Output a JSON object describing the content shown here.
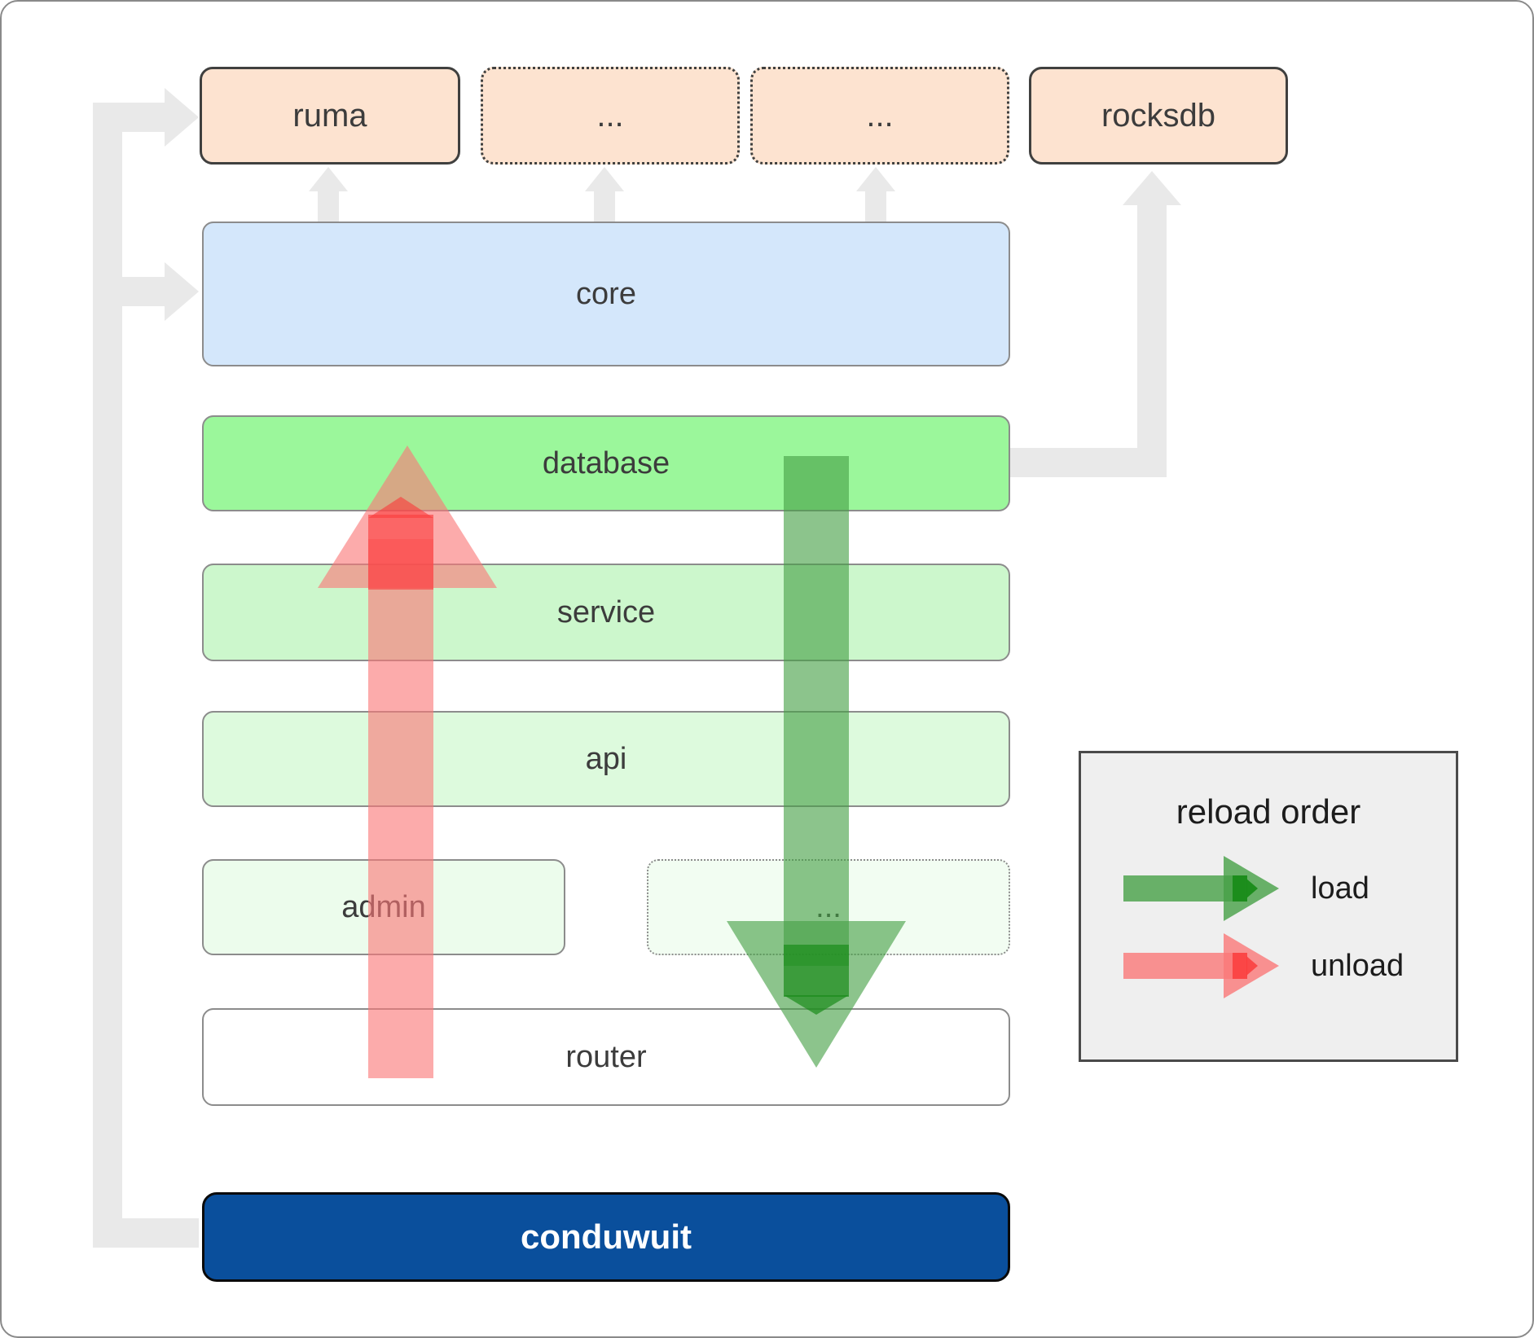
{
  "diagram": {
    "title": "conduwuit crate dependency / reload order diagram",
    "top_row": [
      {
        "label": "ruma",
        "style": "solid"
      },
      {
        "label": "...",
        "style": "dotted"
      },
      {
        "label": "...",
        "style": "dotted"
      },
      {
        "label": "rocksdb",
        "style": "solid"
      }
    ],
    "core_layer": {
      "label": "core"
    },
    "stack": [
      {
        "label": "database",
        "style": "solid"
      },
      {
        "label": "service",
        "style": "solid"
      },
      {
        "label": "api",
        "style": "solid"
      }
    ],
    "split_row": [
      {
        "label": "admin",
        "style": "solid"
      },
      {
        "label": "...",
        "style": "dotted"
      }
    ],
    "router_layer": {
      "label": "router"
    },
    "root": {
      "label": "conduwuit"
    }
  },
  "legend": {
    "title": "reload order",
    "items": [
      {
        "label": "load",
        "color": "#58a95c"
      },
      {
        "label": "unload",
        "color": "#fa8f8f"
      }
    ]
  },
  "colors": {
    "top_box_fill": "#fde3d0",
    "core_fill": "#d4e7fb",
    "database_fill": "#9bf79b",
    "service_fill": "#ccf7cc",
    "api_fill": "#ddfadd",
    "admin_fill": "#ecfcec",
    "router_fill": "#ffffff",
    "root_fill": "#0a4f9c",
    "connector_gray": "#e9e9e9",
    "load_green": "#58a95c",
    "unload_red": "#fa8f8f",
    "legend_bg": "#efefef"
  }
}
